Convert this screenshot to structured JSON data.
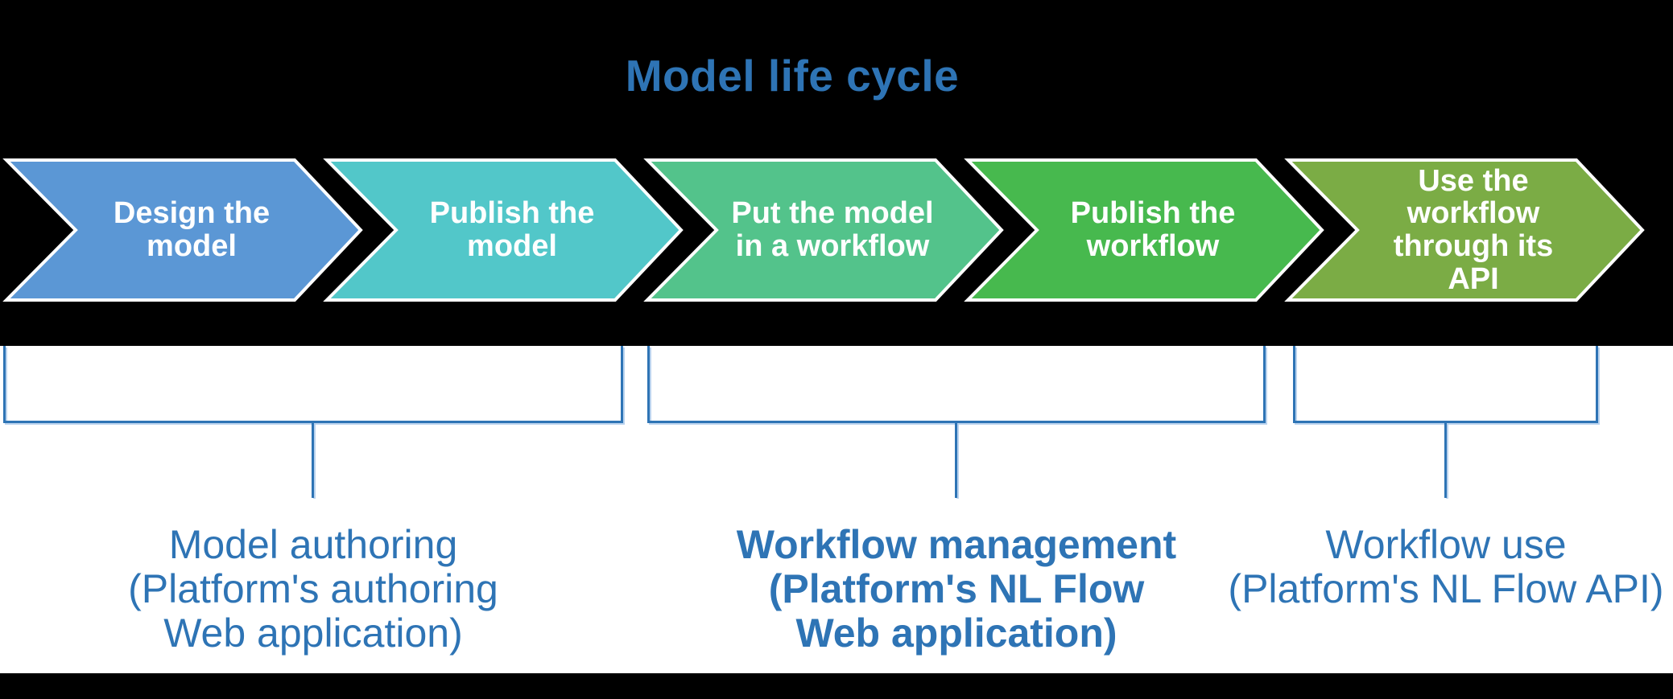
{
  "title": "Model life cycle",
  "colors": {
    "background": "#000000",
    "panel": "#ffffff",
    "accent_blue": "#2E74B5",
    "chevron_outline": "#ffffff",
    "chevron_text": "#ffffff"
  },
  "steps": [
    {
      "label": "Design the\nmodel",
      "color": "#5B97D5"
    },
    {
      "label": "Publish the\nmodel",
      "color": "#52C7C9"
    },
    {
      "label": "Put the model\nin a workflow",
      "color": "#53C38B"
    },
    {
      "label": "Publish the\nworkflow",
      "color": "#47B94E"
    },
    {
      "label": "Use the\nworkflow\nthrough its\nAPI",
      "color": "#7BAC45"
    }
  ],
  "groups": [
    {
      "label": "Model authoring\n(Platform's authoring\nWeb application)",
      "bold": false
    },
    {
      "label": "Workflow management\n(Platform's NL Flow\nWeb application)",
      "bold": true
    },
    {
      "label": "Workflow use\n(Platform's NL Flow API)",
      "bold": false
    }
  ]
}
